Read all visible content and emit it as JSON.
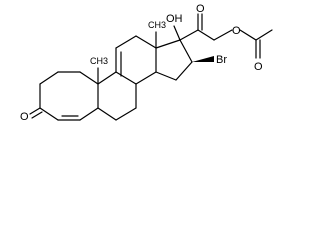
{
  "diagram": {
    "type": "chemical-structure",
    "atom_labels": {
      "ketone_o": "O",
      "hydroxyl": "OH",
      "side_chain_ketone_o": "O",
      "ester_o": "O",
      "acetyl_o": "O",
      "bromine": "Br",
      "methyl_c10": "CH3",
      "methyl_c13": "CH3"
    }
  }
}
